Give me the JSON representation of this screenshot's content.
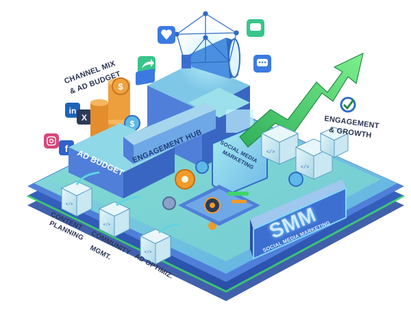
{
  "labels": {
    "channel_mix": "CHANNEL MIX",
    "ad_budget_top": "& AD BUDGET",
    "engagement_hub": "ENGAGEMENT HUB",
    "ad_budget": "AD BUDGET",
    "social_media_marketing_1": "SOCIAL MEDIA",
    "social_media_marketing_2": "MARKETING",
    "engagement_growth_1": "ENGAGEMENT",
    "engagement_growth_2": "& GROWTH",
    "content_planning_1": "CONTENT",
    "content_planning_2": "PLANNING",
    "community_1": "COMMUNITY",
    "community_2": "MGMT.",
    "ad_optimiz": "AD OPTIMIZ.",
    "smm": "SMM",
    "smm_sub": "SOCIAL MEDIA MARKETING"
  },
  "social_icons": {
    "linkedin": "in",
    "facebook": "f",
    "twitter": "X"
  },
  "colors": {
    "platform_blue": "#4f7fd9",
    "platform_teal": "#5fc9c0",
    "neon_green": "#3ed66b",
    "coin": "#e89a3c",
    "gear": "#f09a2a",
    "text_dark": "#2b3552"
  }
}
